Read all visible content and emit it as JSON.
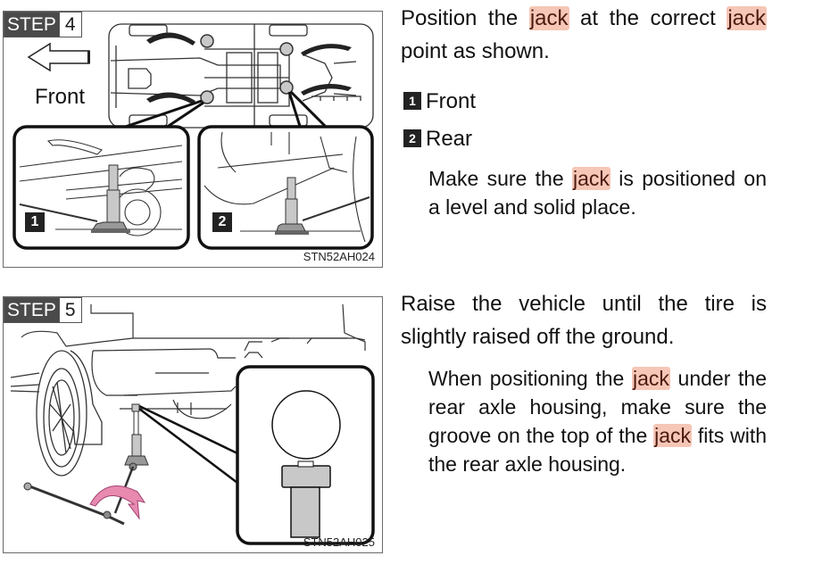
{
  "step4": {
    "badge_label": "STEP",
    "badge_number": "4",
    "figure_code": "STN52AH024",
    "direction_label": "Front",
    "callouts": [
      "1",
      "2"
    ],
    "instruction": {
      "part1": "Position the",
      "hl1": "jack",
      "part2": "at the correct",
      "hl2": "jack",
      "part3": "point as shown."
    },
    "legend": [
      {
        "num": "1",
        "label": "Front"
      },
      {
        "num": "2",
        "label": "Rear"
      }
    ],
    "note": {
      "part1": "Make sure the",
      "hl1": "jack",
      "part2": "is positioned on a level and solid place."
    }
  },
  "step5": {
    "badge_label": "STEP",
    "badge_number": "5",
    "figure_code": "STN52AH025",
    "instruction": "Raise the vehicle until the tire is slightly raised off the ground.",
    "note": {
      "part1": "When positioning the",
      "hl1": "jack",
      "part2": "under the rear axle housing, make sure the groove on the top of the",
      "hl2": "jack",
      "part3": "fits with the rear axle housing."
    }
  },
  "colors": {
    "highlight": "#f6c6b6",
    "badge_bg": "#4a4a4a",
    "jack_point_fill": "#c8c8c8",
    "rotation_arrow": "#e88ab0"
  }
}
